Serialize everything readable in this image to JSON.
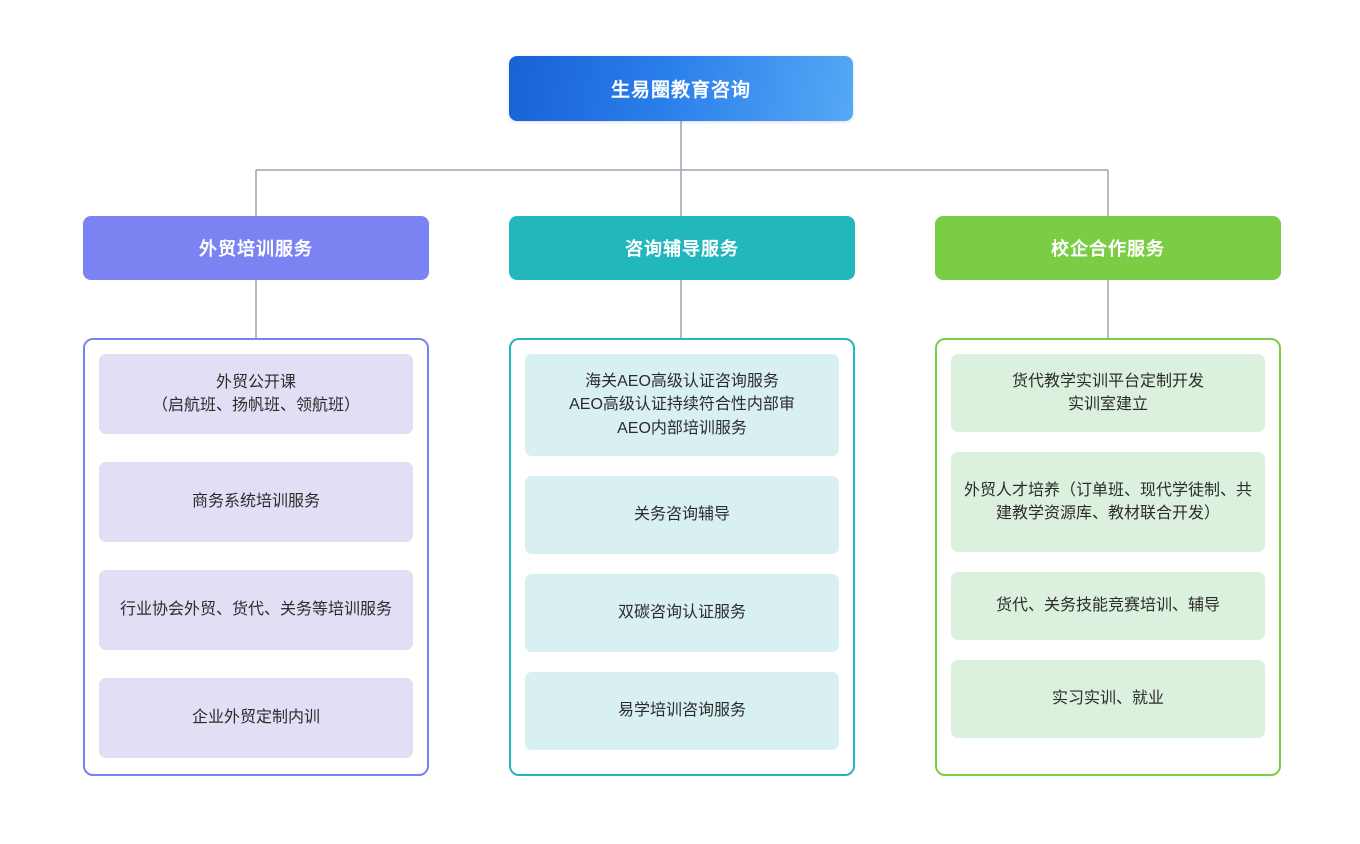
{
  "diagram": {
    "root": {
      "label": "生易圈教育咨询",
      "color": "#2a7eea"
    },
    "connector_color": "#9aa3b0",
    "columns": [
      {
        "id": "foreign-trade-training",
        "header": "外贸培训服务",
        "accent": "#7b82f2",
        "card_fill": "#e2def5",
        "items": [
          "外贸公开课\n（启航班、扬帆班、领航班）",
          "商务系统培训服务",
          "行业协会外贸、货代、关务等培训服务",
          "企业外贸定制内训"
        ]
      },
      {
        "id": "consulting-tutoring",
        "header": "咨询辅导服务",
        "accent": "#22b6bd",
        "card_fill": "#d8f0f1",
        "items": [
          "海关AEO高级认证咨询服务\nAEO高级认证持续符合性内部审\nAEO内部培训服务",
          "关务咨询辅导",
          "双碳咨询认证服务",
          "易学培训咨询服务"
        ]
      },
      {
        "id": "school-enterprise-cooperation",
        "header": "校企合作服务",
        "accent": "#7bcd46",
        "card_fill": "#dcf1dd",
        "items": [
          "货代教学实训平台定制开发\n实训室建立",
          "外贸人才培养（订单班、现代学徒制、共建教学资源库、教材联合开发）",
          "货代、关务技能竞赛培训、辅导",
          "实习实训、就业"
        ]
      }
    ]
  }
}
